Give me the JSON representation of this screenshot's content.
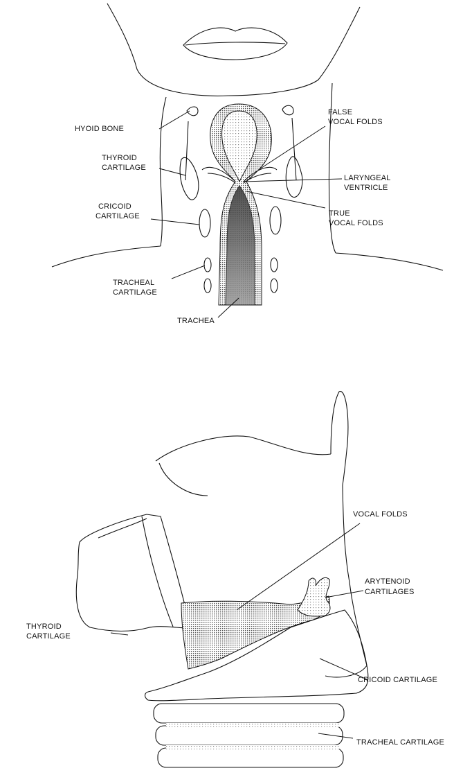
{
  "front_view": {
    "labels": {
      "hyoid_bone": "HYOID BONE",
      "false_vocal_folds_1": "FALSE",
      "false_vocal_folds_2": "VOCAL FOLDS",
      "thyroid_cartilage_1": "THYROID",
      "thyroid_cartilage_2": "CARTILAGE",
      "laryngeal_ventricle_1": "LARYNGEAL",
      "laryngeal_ventricle_2": "VENTRICLE",
      "cricoid_cartilage_1": "CRICOID",
      "cricoid_cartilage_2": "CARTILAGE",
      "true_vocal_folds_1": "TRUE",
      "true_vocal_folds_2": "VOCAL FOLDS",
      "tracheal_cartilage_1": "TRACHEAL",
      "tracheal_cartilage_2": "CARTILAGE",
      "trachea": "TRACHEA"
    }
  },
  "side_view": {
    "labels": {
      "vocal_folds": "VOCAL FOLDS",
      "arytenoid_cartilages_1": "ARYTENOID",
      "arytenoid_cartilages_2": "CARTILAGES",
      "thyroid_cartilage_1": "THYROID",
      "thyroid_cartilage_2": "CARTILAGE",
      "cricoid_cartilage": "CRICOID CARTILAGE",
      "tracheal_cartilage": "TRACHEAL CARTILAGE"
    }
  }
}
